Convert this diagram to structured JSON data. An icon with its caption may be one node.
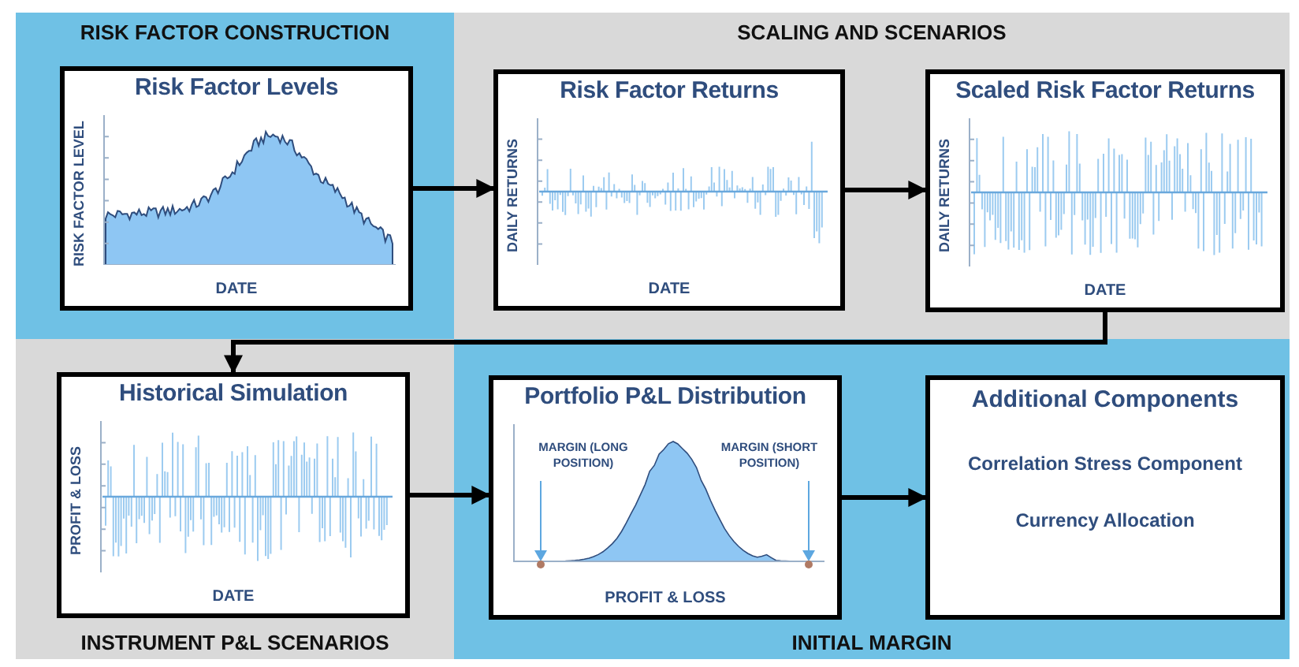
{
  "diagram": {
    "nodes": [
      {
        "text": [
          "RISK FACTOR CONSTRUCTION"
        ]
      },
      {
        "text": [
          "Risk Factor Levels",
          "RISK FACTOR LEVEL",
          "DATE"
        ],
        "in": 0
      },
      {
        "text": [
          "SCALING AND SCENARIOS"
        ]
      },
      {
        "text": [
          "Risk Factor Returns",
          "DAILY RETURNS",
          "DATE"
        ],
        "in": 2
      },
      {
        "text": [
          "Scaled Risk Factor Returns",
          "DAILY RETURNS",
          "DATE"
        ],
        "in": 2
      },
      {
        "text": [
          "INSTRUMENT P&L SCENARIOS"
        ]
      },
      {
        "text": [
          "Historical Simulation",
          "PROFIT & LOSS",
          "DATE"
        ],
        "in": 5
      },
      {
        "text": [
          "INITIAL MARGIN"
        ]
      },
      {
        "text": [
          "Portfolio P&L Distribution",
          "MARGIN (LONG POSITION)",
          "MARGIN (SHORT POSITION)",
          "PROFIT & LOSS"
        ],
        "in": 7
      },
      {
        "text": [
          "Additional Components",
          "Correlation Stress Component",
          "Currency Allocation"
        ],
        "in": 7
      }
    ],
    "edges": [
      {
        "from": 1,
        "to": 3,
        "arrow": "to"
      },
      {
        "from": 3,
        "to": 4,
        "arrow": "to"
      },
      {
        "from": 4,
        "to": 6,
        "arrow": "to"
      },
      {
        "from": 6,
        "to": 8,
        "arrow": "to"
      },
      {
        "from": 8,
        "to": 9,
        "arrow": "to"
      }
    ]
  }
}
